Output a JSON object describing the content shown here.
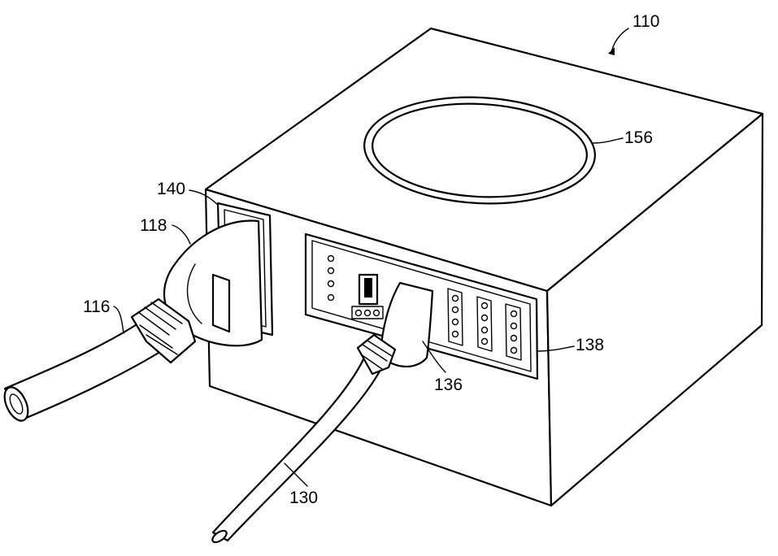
{
  "labels": {
    "device": "110",
    "vent": "156",
    "connector_housing": "140",
    "plug_large": "118",
    "cable_large": "116",
    "panel": "138",
    "plug_small": "136",
    "cable_small": "130"
  },
  "colors": {
    "ink": "#000000",
    "paper": "#ffffff"
  }
}
